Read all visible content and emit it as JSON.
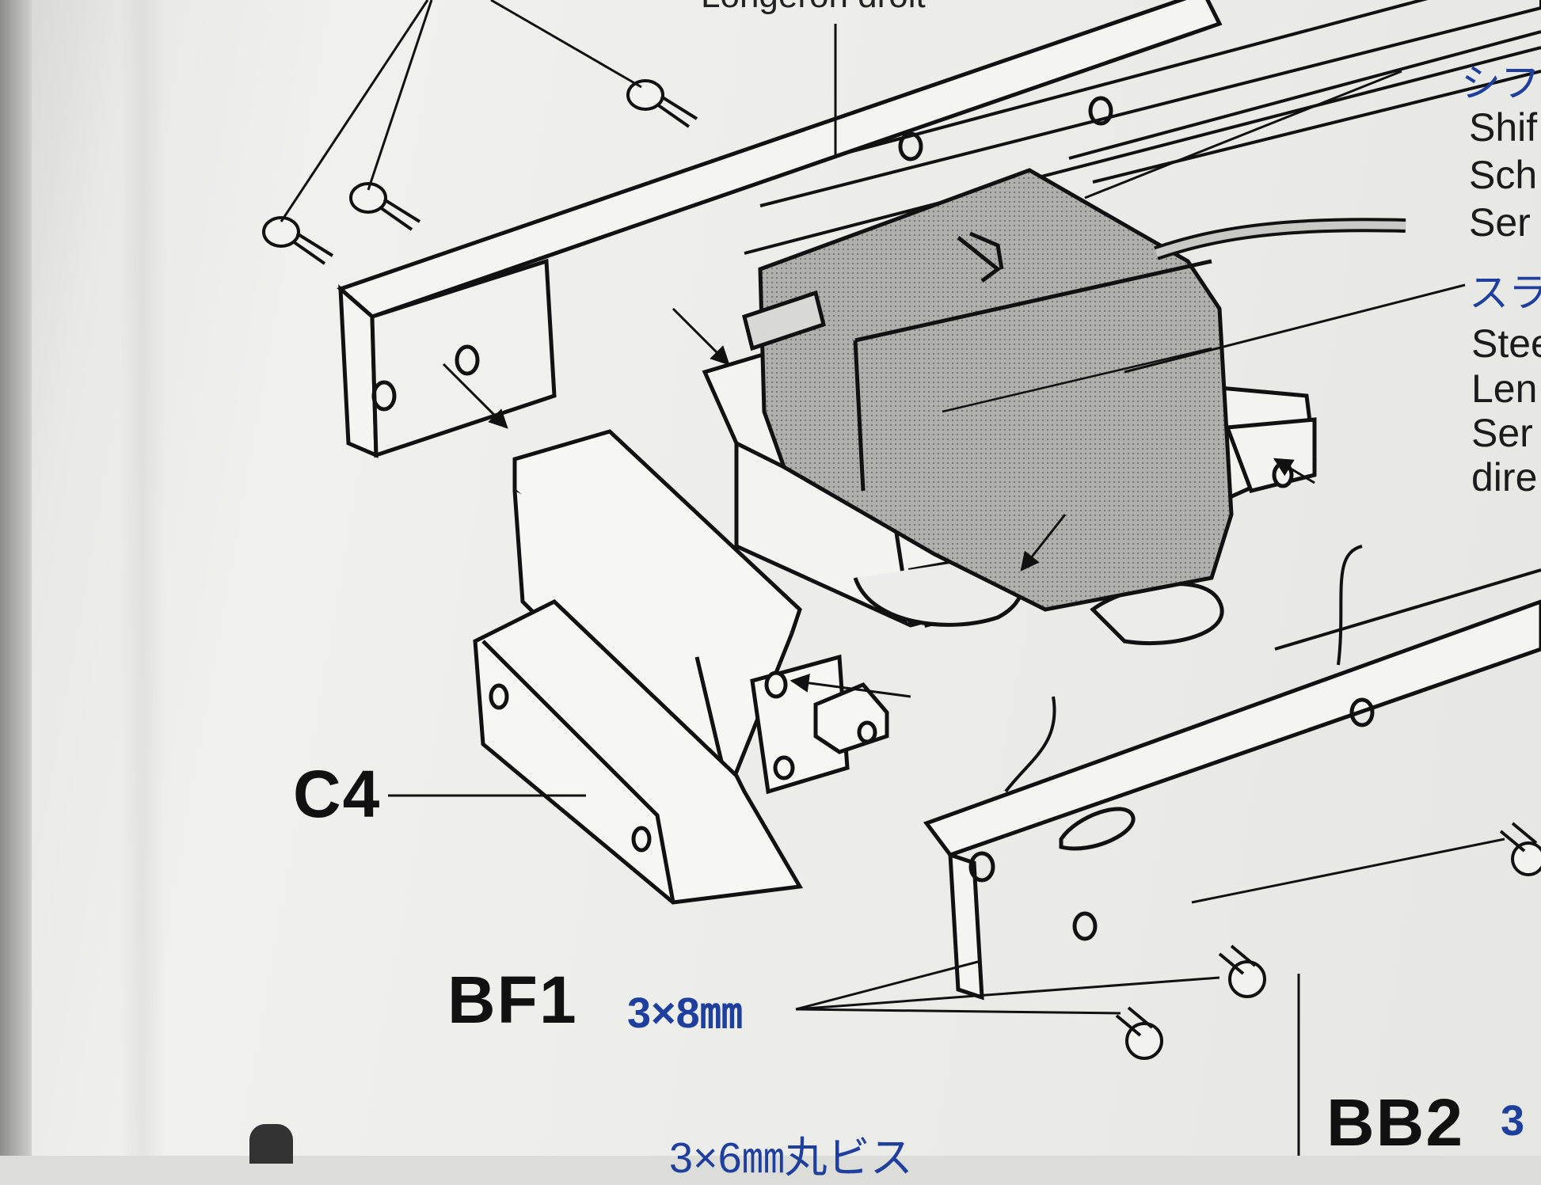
{
  "header": {
    "longeron_label": "Longeron droit"
  },
  "part_labels": {
    "c4": "C4",
    "bf1": "BF1",
    "bb2": "BB2"
  },
  "screw_spec": {
    "bf1_size": "3×8㎜",
    "bb2_size": "3",
    "bottom_caption": "3×6㎜丸ビス"
  },
  "side_text": {
    "shift_heading": "シフ",
    "shift_lines": [
      "Shif",
      "Sch",
      "Ser"
    ],
    "steer_heading": "スラ",
    "steer_lines": [
      "Stee",
      "Len",
      "Ser",
      "dire"
    ]
  },
  "colors": {
    "accent_blue": "#1f3f9e",
    "ink": "#111111",
    "servo_fill": "#a8a8a4"
  }
}
